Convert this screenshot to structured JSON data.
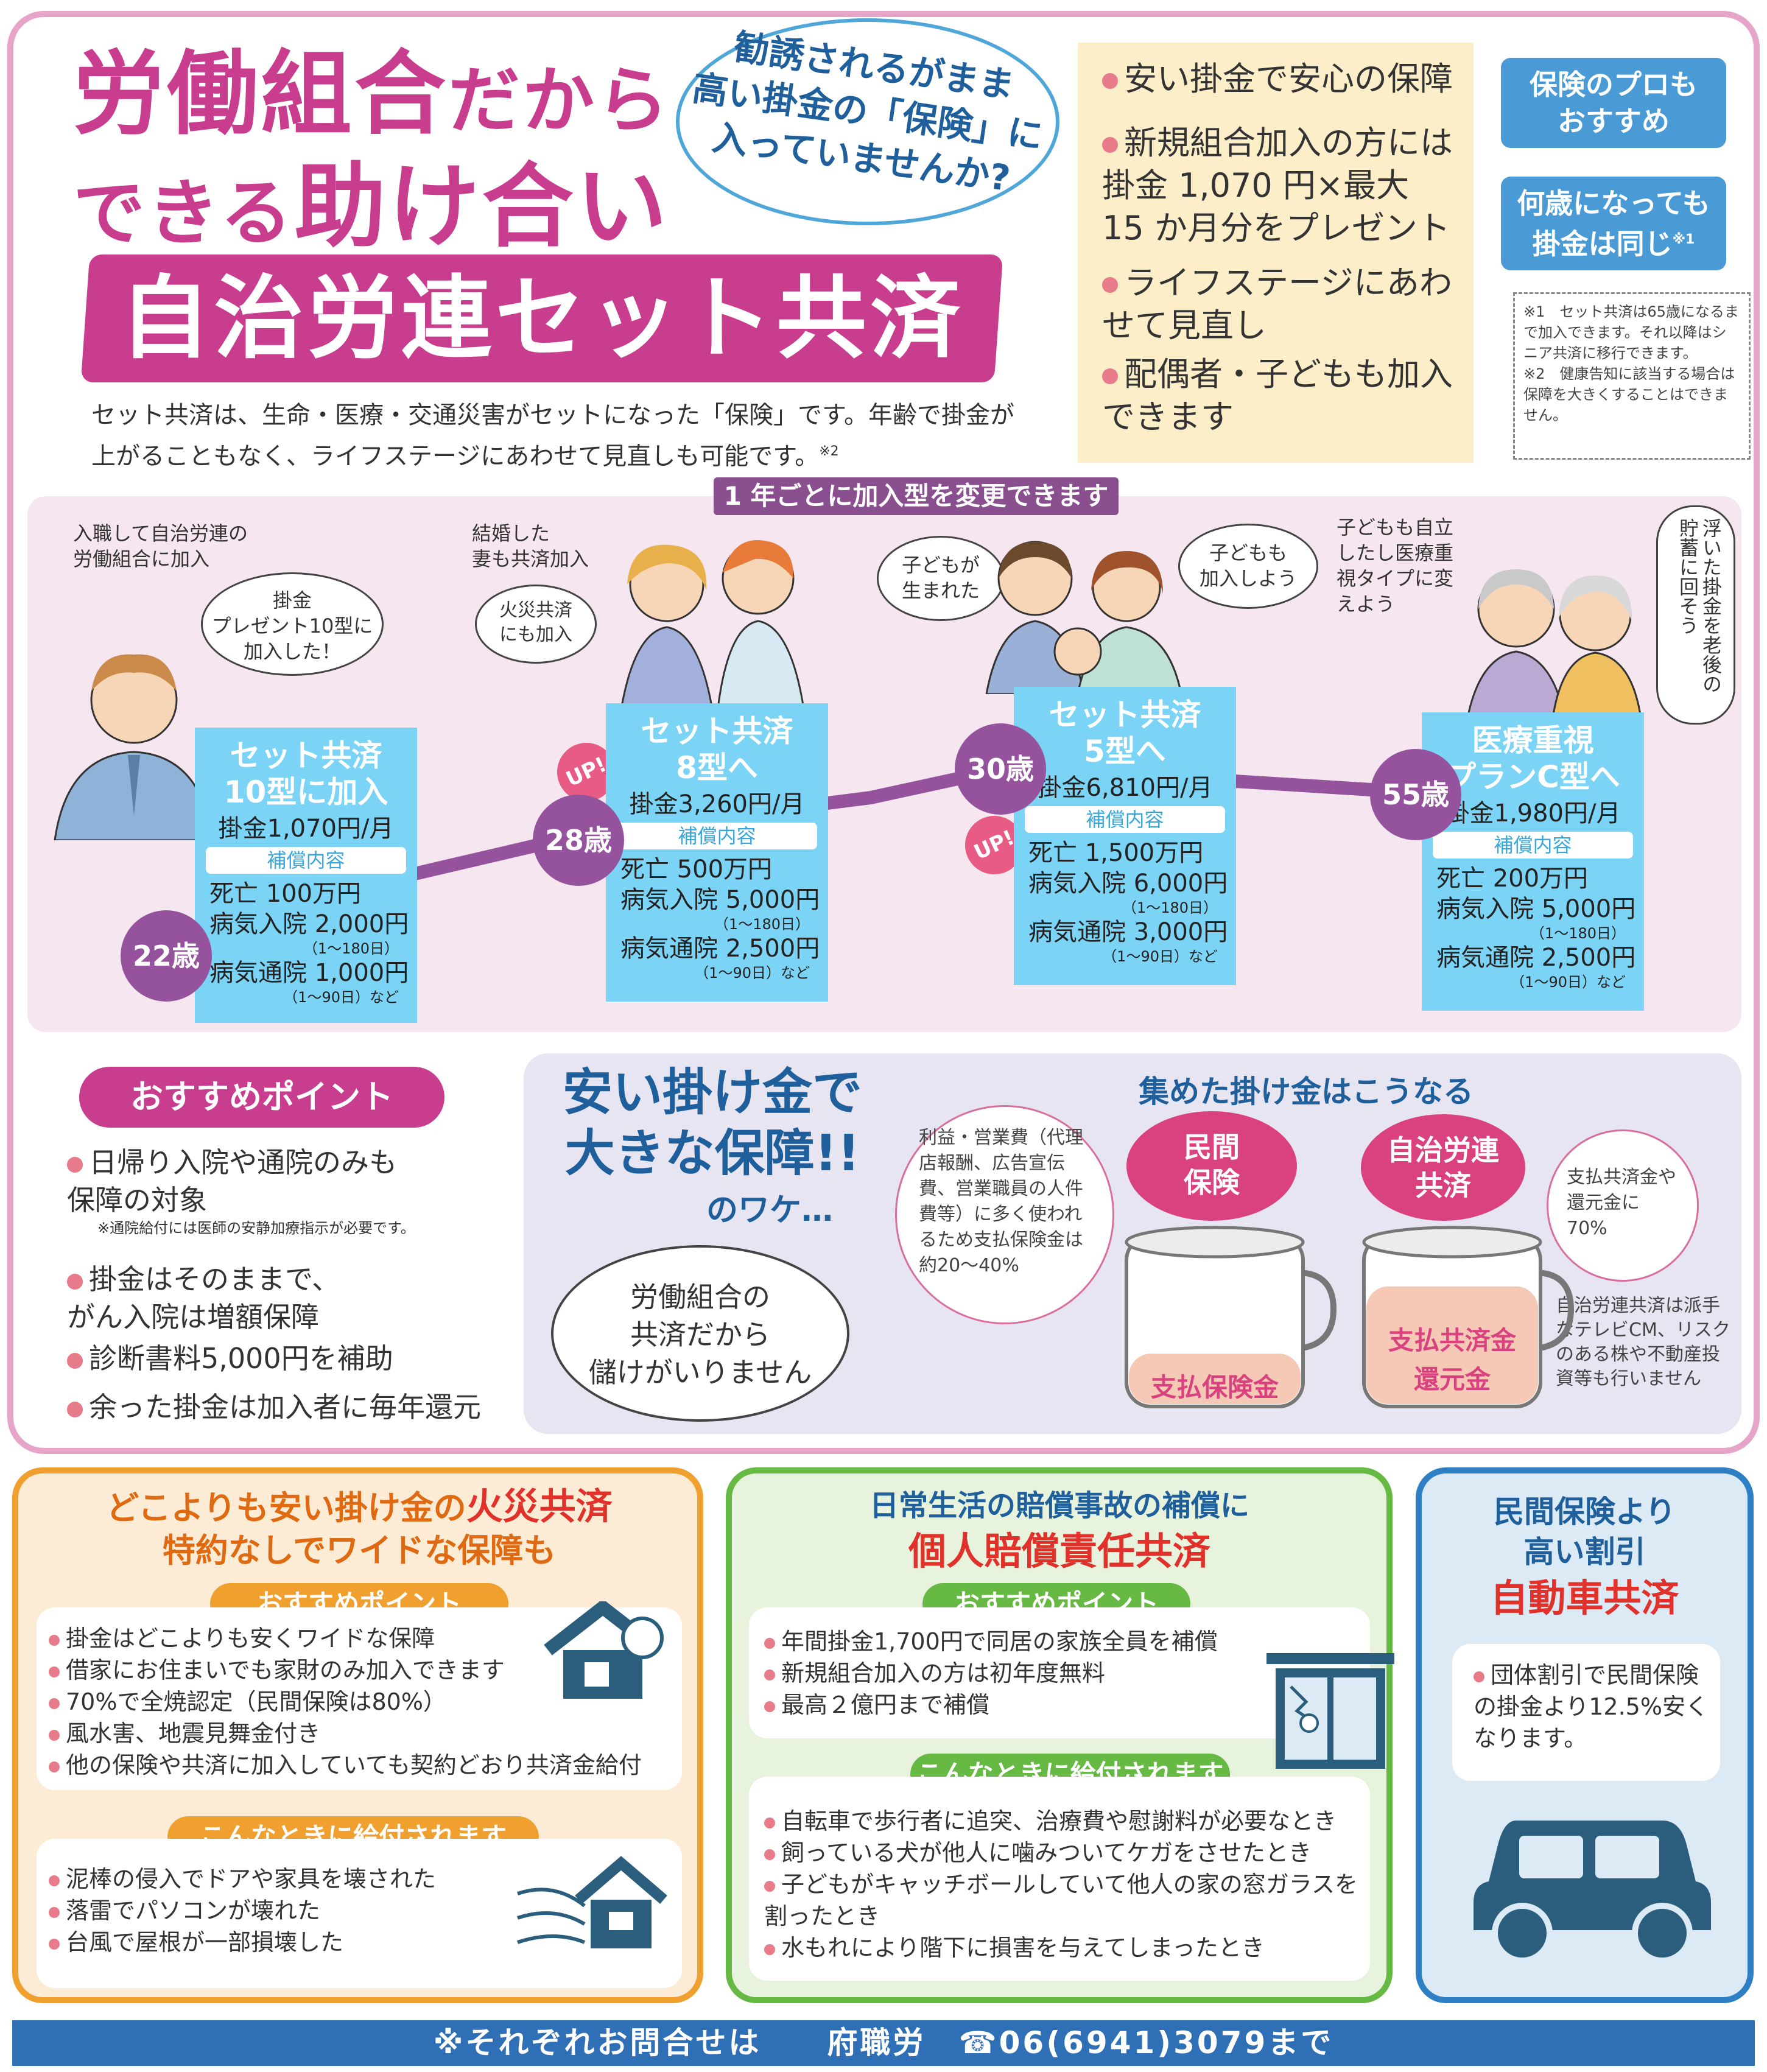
{
  "header": {
    "title_line1_a": "労働組合",
    "title_line1_b": "だから",
    "title_line2_a": "できる",
    "title_line2_b": "助け合い",
    "banner": "自治労連セット共済",
    "bubble": "勧誘されるがまま\n高い掛金の「保険」に\n入っていませんか?",
    "intro": "セット共済は、生命・医療・交通災害がセットになった「保険」です。年齢で掛金が上がることもなく、ライフステージにあわせて見直しも可能です。",
    "intro_sup": "※2"
  },
  "benefits": [
    "安い掛金で安心の保障",
    "新規組合加入の方には掛金 1,070 円×最大 15 か月分をプレゼント",
    "ライフステージにあわせて見直し",
    "配偶者・子どもも加入できます"
  ],
  "tags": {
    "pro": "保険のプロも\nおすすめ",
    "age": "何歳になっても\n掛金は同じ",
    "age_sup": "※1"
  },
  "notes": "※1　セット共済は65歳になるまで加入できます。それ以降はシニア共済に移行できます。\n※2　健康告知に該当する場合は保障を大きくすることはできません。",
  "timeline": {
    "tab": "1 年ごとに加入型を変更できます",
    "stages": [
      {
        "age": "22歳",
        "caption": "入職して自治労連の\n労働組合に加入",
        "speech": "掛金\nプレゼント10型に\n加入した！",
        "title": "セット共済\n10型に加入",
        "price": "掛金1,070円/月",
        "tag": "補償内容",
        "death": "死亡 100万円",
        "hosp": "病気入院 2,000円",
        "hosp_sub": "（1～180日）",
        "outp": "病気通院 1,000円",
        "outp_sub": "（1～90日）など"
      },
      {
        "age": "28歳",
        "caption": "結婚した\n妻も共済加入",
        "speech": "火災共済\nにも加入",
        "up": "UP!",
        "title": "セット共済\n8型へ",
        "price": "掛金3,260円/月",
        "tag": "補償内容",
        "death": "死亡 500万円",
        "hosp": "病気入院 5,000円",
        "hosp_sub": "（1～180日）",
        "outp": "病気通院 2,500円",
        "outp_sub": "（1～90日）など"
      },
      {
        "age": "30歳",
        "speech": "子どもが\n生まれた",
        "speech2": "子どもも\n加入しよう",
        "up": "UP!",
        "title": "セット共済\n5型へ",
        "price": "掛金6,810円/月",
        "tag": "補償内容",
        "death": "死亡 1,500万円",
        "hosp": "病気入院 6,000円",
        "hosp_sub": "（1～180日）",
        "outp": "病気通院 3,000円",
        "outp_sub": "（1～90日）など"
      },
      {
        "age": "55歳",
        "caption": "子どもも自立\nしたし医療重\n視タイプに変\nえよう",
        "speech": "浮いた掛金を老後の貯蓄に回そう",
        "title": "医療重視\nプランC型へ",
        "price": "掛金1,980円/月",
        "tag": "補償内容",
        "death": "死亡 200万円",
        "hosp": "病気入院 5,000円",
        "hosp_sub": "（1～180日）",
        "outp": "病気通院 2,500円",
        "outp_sub": "（1～90日）など"
      }
    ]
  },
  "recommend": {
    "title": "おすすめポイント",
    "items": [
      "日帰り入院や通院のみも\n保障の対象",
      "掛金はそのままで、\nがん入院は増額保障",
      "診断書料5,000円を補助",
      "余った掛金は加入者に毎年還元"
    ],
    "note": "※通院給付には医師の安静加療指示が必要です。"
  },
  "why": {
    "title": "安い掛け金で\n大きな保障!!",
    "sub": "のワケ…",
    "bubble": "労働組合の\n共済だから\n儲けがいりません",
    "collect_title": "集めた掛け金はこうなる",
    "private_label": "民間\n保険",
    "jichi_label": "自治労連\n共済",
    "private_note": "利益・営業費（代理店報酬、広告宣伝費、営業職員の人件費等）に多く使われるため支払保険金は約20～40%",
    "jichi_note": "支払共済金や還元金に70%",
    "jichi_note2": "自治労連共済は派手なテレビCM、リスクのある株や不動産投資等も行いません",
    "private_cup": "支払保険金",
    "jichi_cup": "支払共済金\n還元金",
    "private_fill_pct": 30,
    "jichi_fill_pct": 70
  },
  "fire": {
    "head1_a": "どこよりも安い掛け金の",
    "head1_b": "火災共済",
    "head2": "特約なしでワイドな保障も",
    "pill1": "おすすめポイント",
    "items1": [
      "掛金はどこよりも安くワイドな保障",
      "借家にお住まいでも家財のみ加入できます",
      "70%で全焼認定（民間保険は80%）",
      "風水害、地震見舞金付き",
      "他の保険や共済に加入していても契約どおり共済金給付"
    ],
    "pill2": "こんなときに給付されます",
    "items2": [
      "泥棒の侵入でドアや家具を壊された",
      "落雷でパソコンが壊れた",
      "台風で屋根が一部損壊した"
    ]
  },
  "liability": {
    "head1": "日常生活の賠償事故の補償に",
    "head2": "個人賠償責任共済",
    "pill1": "おすすめポイント",
    "items1": [
      "年間掛金1,700円で同居の家族全員を補償",
      "新規組合加入の方は初年度無料",
      "最高２億円まで補償"
    ],
    "pill2": "こんなときに給付されます",
    "items2": [
      "自転車で歩行者に追突、治療費や慰謝料が必要なとき",
      "飼っている犬が他人に噛みついてケガをさせたとき",
      "子どもがキャッチボールしていて他人の家の窓ガラスを割ったとき",
      "水もれにより階下に損害を与えてしまったとき"
    ]
  },
  "car": {
    "head1": "民間保険より\n高い割引",
    "head2": "自動車共済",
    "item": "団体割引で民間保険の掛金より12.5%安くなります。"
  },
  "footer": "※それぞれお問合せは　　府職労　☎06(6941)3079まで",
  "colors": {
    "magenta": "#c93d8e",
    "blue": "#1f5f9c",
    "sky": "#7bd3f5",
    "purple": "#95539e",
    "orange": "#f0a02f",
    "green": "#66b943"
  }
}
